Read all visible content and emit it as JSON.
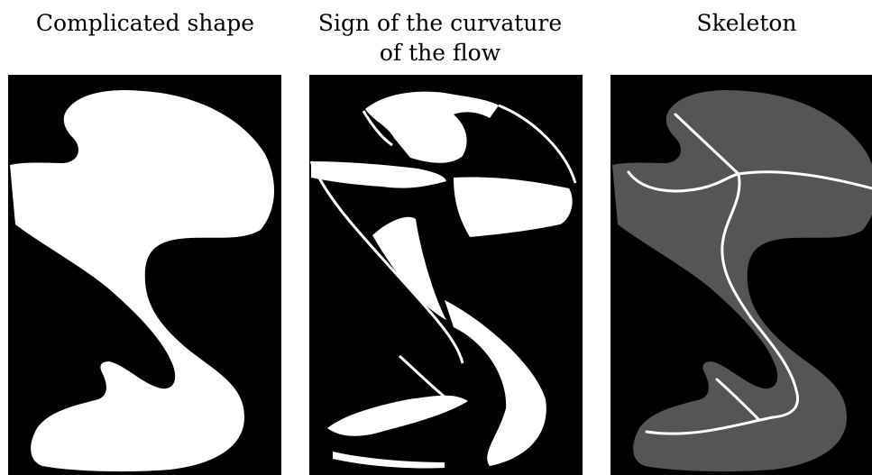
{
  "captions": {
    "shape": "Complicated shape",
    "curvature_line1": "Sign of the curvature",
    "curvature_line2": "of the flow",
    "skeleton": "Skeleton"
  },
  "colors": {
    "background": "#000000",
    "shape_fill": "#ffffff",
    "skeleton_fill": "#555555",
    "skeleton_line": "#ffffff"
  }
}
